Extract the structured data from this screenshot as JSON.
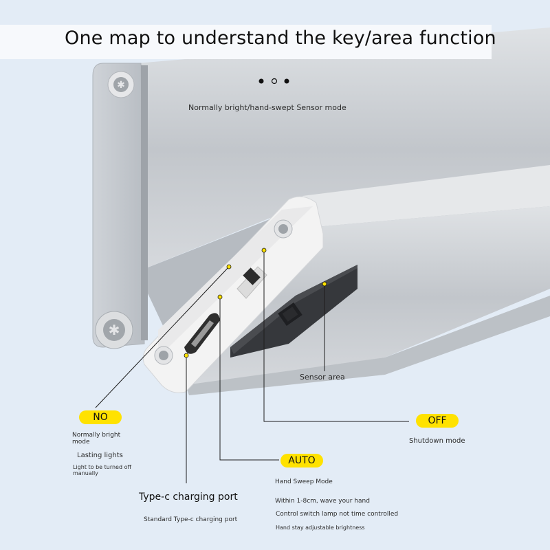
{
  "title": "One map to understand the key/area function",
  "header": {
    "mode_caption": "Normally bright/hand-swept Sensor mode"
  },
  "sensor": {
    "caption": "Sensor area"
  },
  "no": {
    "badge": "NO",
    "line1": "Normally bright",
    "line2": "mode",
    "line3": "Lasting lights",
    "line4": "Light to be turned off",
    "line5": "manually"
  },
  "off": {
    "badge": "OFF",
    "line1": "Shutdown mode"
  },
  "auto": {
    "badge": "AUTO",
    "line1": "Hand Sweep Mode",
    "line2": "Within 1-8cm, wave your hand",
    "line3": "Control switch lamp not time controlled",
    "line4": "Hand stay adjustable brightness"
  },
  "typec": {
    "label": "Type-c charging port",
    "caption": "Standard Type-c charging port"
  },
  "colors": {
    "background": "#e3ecf6",
    "badge": "#ffe200",
    "aluminum": "#c9cdd2",
    "endcap": "#f2f2f2",
    "sensor_panel": "#3f4145"
  }
}
